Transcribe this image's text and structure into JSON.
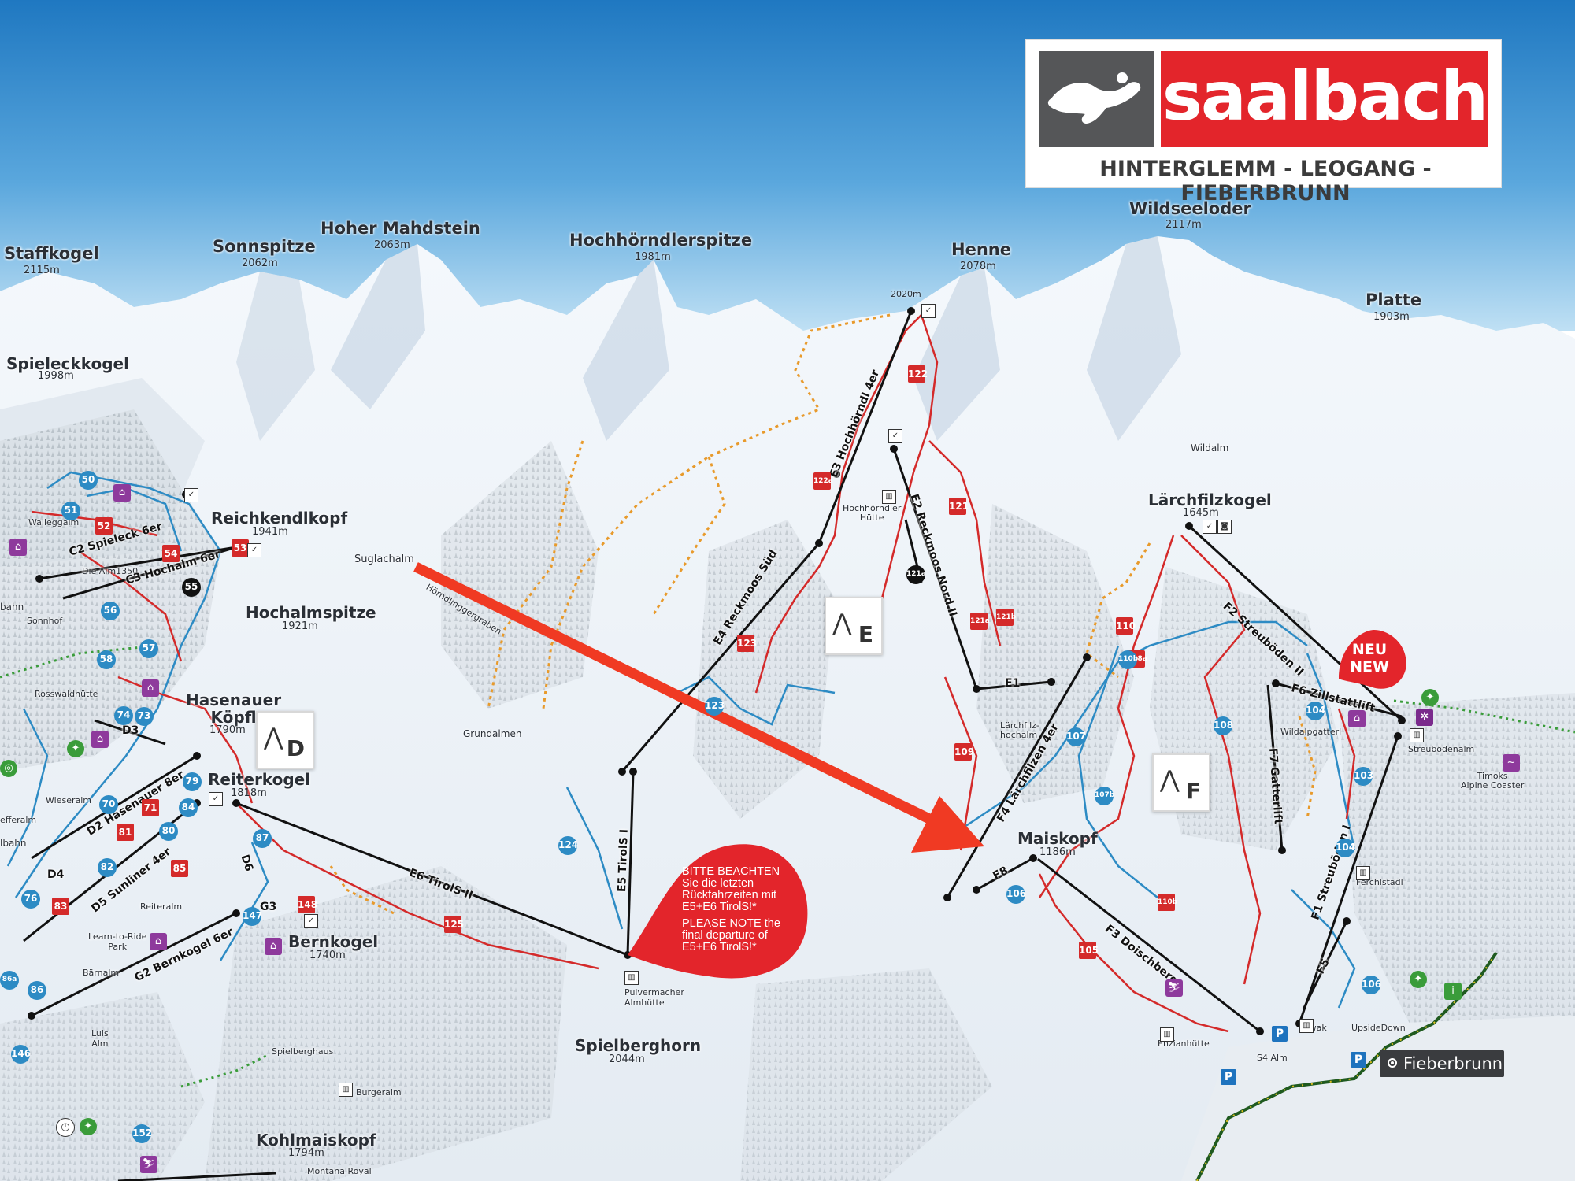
{
  "brand": {
    "name": "saalbach",
    "subtitle": "HINTERGLEMM - LEOGANG - FIEBERBRUNN",
    "colors": {
      "red": "#e3252b",
      "gray": "#555658"
    }
  },
  "peaks": [
    {
      "id": "staffkogel",
      "name": "Staffkogel",
      "alt": "2115m"
    },
    {
      "id": "sonnspitze",
      "name": "Sonnspitze",
      "alt": "2062m"
    },
    {
      "id": "hoher-mahdstein",
      "name": "Hoher Mahdstein",
      "alt": "2063m"
    },
    {
      "id": "hochhoerndlerspitze",
      "name": "Hochhörndlerspitze",
      "alt": "1981m"
    },
    {
      "id": "henne",
      "name": "Henne",
      "alt": "2078m"
    },
    {
      "id": "wildseeloder",
      "name": "Wildseeloder",
      "alt": "2117m"
    },
    {
      "id": "platte",
      "name": "Platte",
      "alt": "1903m"
    },
    {
      "id": "spieleckkogel",
      "name": "Spieleckkogel",
      "alt": "1998m"
    },
    {
      "id": "reichkendlkopf",
      "name": "Reichkendlkopf",
      "alt": "1941m"
    },
    {
      "id": "hochalmspitze",
      "name": "Hochalmspitze",
      "alt": "1921m"
    },
    {
      "id": "hasenauer-koepfl",
      "name": "Hasenauer\nKöpfl",
      "alt": "1790m"
    },
    {
      "id": "reiterkogel",
      "name": "Reiterkogel",
      "alt": "1818m"
    },
    {
      "id": "bernkogel",
      "name": "Bernkogel",
      "alt": "1740m"
    },
    {
      "id": "spielberghorn",
      "name": "Spielberghorn",
      "alt": "2044m"
    },
    {
      "id": "kohlmaiskopf",
      "name": "Kohlmaiskopf",
      "alt": "1794m"
    },
    {
      "id": "laerchfilzkogel",
      "name": "Lärchfilzkogel",
      "alt": "1645m"
    },
    {
      "id": "maiskopf",
      "name": "Maiskopf",
      "alt": "1186m"
    },
    {
      "id": "summit-2020",
      "name": "",
      "alt": "2020m"
    }
  ],
  "places": {
    "suglachalm": "Suglachalm",
    "hoerndlingergraben": "Hörndlinggergraben",
    "grundalmen": "Grundalmen",
    "wildalm": "Wildalm",
    "hochhoerndler_huette": "Hochhörndler\nHütte",
    "laerchfilzhochalm": "Lärchfilz-\nhochalm",
    "wildalpgatterl": "Wildalpgatterl",
    "streubodenalm": "Streubödenalm",
    "timoks": "Timoks\nAlpine Coaster",
    "ferchlstadl": "Ferchlstadl",
    "biwak": "Biwak",
    "upsidedown": "UpsideDown",
    "enzianhuette": "Enzianhütte",
    "s4alm": "S4 Alm",
    "pulvermacher": "Pulvermacher\nAlmhütte",
    "spielberghaus": "Spielberghaus",
    "burgeralm": "Burgeralm",
    "montana": "Montana Royal",
    "walleggalm": "Walleggalm",
    "die_alm": "Die Alm1350",
    "sonnhof": "Sonnhof",
    "rosswaldhuette": "Rosswaldhütte",
    "wieseralm": "Wieseralm",
    "reiteralm": "Reiteralm",
    "learn": "Learn-to-Ride\nPark",
    "baernalm": "Bärnalm",
    "luis_alm": "Luis\nAlm",
    "efferalm": "efferalm",
    "bahn": "bahn",
    "lbahn": "lbahn"
  },
  "lifts": [
    {
      "id": "c2",
      "label": "C2  Spieleck 6er"
    },
    {
      "id": "c3",
      "label": "C3  Hochalm 6er"
    },
    {
      "id": "d2",
      "label": "D2  Hasenauer 8er"
    },
    {
      "id": "d3",
      "label": "D3"
    },
    {
      "id": "d4",
      "label": "D4"
    },
    {
      "id": "d5",
      "label": "D5  Sunliner 4er"
    },
    {
      "id": "d6",
      "label": "D6"
    },
    {
      "id": "g2",
      "label": "G2  Bernkogel 6er"
    },
    {
      "id": "g3",
      "label": "G3"
    },
    {
      "id": "e1",
      "label": "E1"
    },
    {
      "id": "e2",
      "label": "E2  Reckmoos Nord II"
    },
    {
      "id": "e3",
      "label": "E3  Hochhörndl 4er"
    },
    {
      "id": "e4",
      "label": "E4  Reckmoos Süd"
    },
    {
      "id": "e5",
      "label": "E5  TirolS I"
    },
    {
      "id": "e6",
      "label": "E6  TirolS II"
    },
    {
      "id": "f1",
      "label": "F1  Streuböden I"
    },
    {
      "id": "f2",
      "label": "F2  Streuböden II"
    },
    {
      "id": "f3",
      "label": "F3  Doischberg"
    },
    {
      "id": "f4",
      "label": "F4  Lärchfilzen 4er"
    },
    {
      "id": "f5",
      "label": "F5"
    },
    {
      "id": "f6",
      "label": "F6  Zillstattlift"
    },
    {
      "id": "f7",
      "label": "F7  Gatterlift"
    },
    {
      "id": "f8",
      "label": "F8"
    }
  ],
  "pistes": {
    "red": [
      "52",
      "53",
      "54",
      "71",
      "81",
      "83",
      "85",
      "105",
      "108a",
      "109",
      "110",
      "110b",
      "121",
      "121a",
      "121b",
      "122",
      "122a",
      "123",
      "125",
      "148"
    ],
    "blue": [
      "50",
      "51",
      "56",
      "57",
      "58",
      "70",
      "73",
      "74",
      "76",
      "79",
      "80",
      "82",
      "84",
      "86",
      "86a",
      "87",
      "103",
      "104",
      "106",
      "107",
      "107b",
      "108",
      "110b",
      "123",
      "124",
      "146",
      "147",
      "152"
    ],
    "black": [
      "55",
      "121a"
    ]
  },
  "sectors": [
    {
      "id": "d",
      "letter": "D"
    },
    {
      "id": "e",
      "letter": "E"
    },
    {
      "id": "f",
      "letter": "F"
    }
  ],
  "notice": {
    "de": "BITTE BEACHTEN\nSie die letzten\nRückfahrzeiten mit\nE5+E6 TirolS!*",
    "en": "PLEASE NOTE the\nfinal departure of\nE5+E6 TirolS!*"
  },
  "neu": {
    "line1": "NEU",
    "line2": "NEW"
  },
  "fieberbrunn_button": "Fieberbrunn",
  "parking": "P",
  "arrow_color": "#f03a23"
}
